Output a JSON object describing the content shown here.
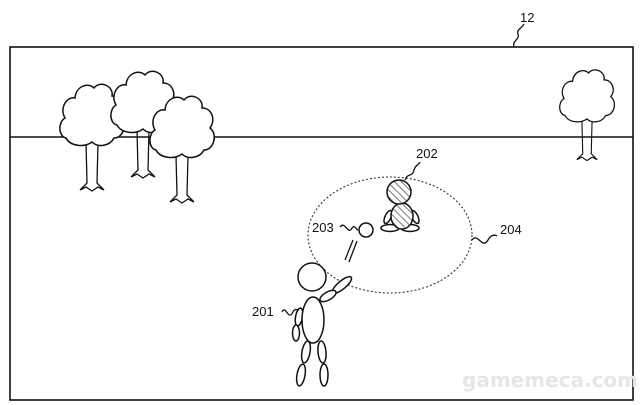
{
  "labels": {
    "screen": "12",
    "player": "201",
    "other_character": "202",
    "ball": "203",
    "range": "204"
  },
  "watermark": "gamemeca.com"
}
